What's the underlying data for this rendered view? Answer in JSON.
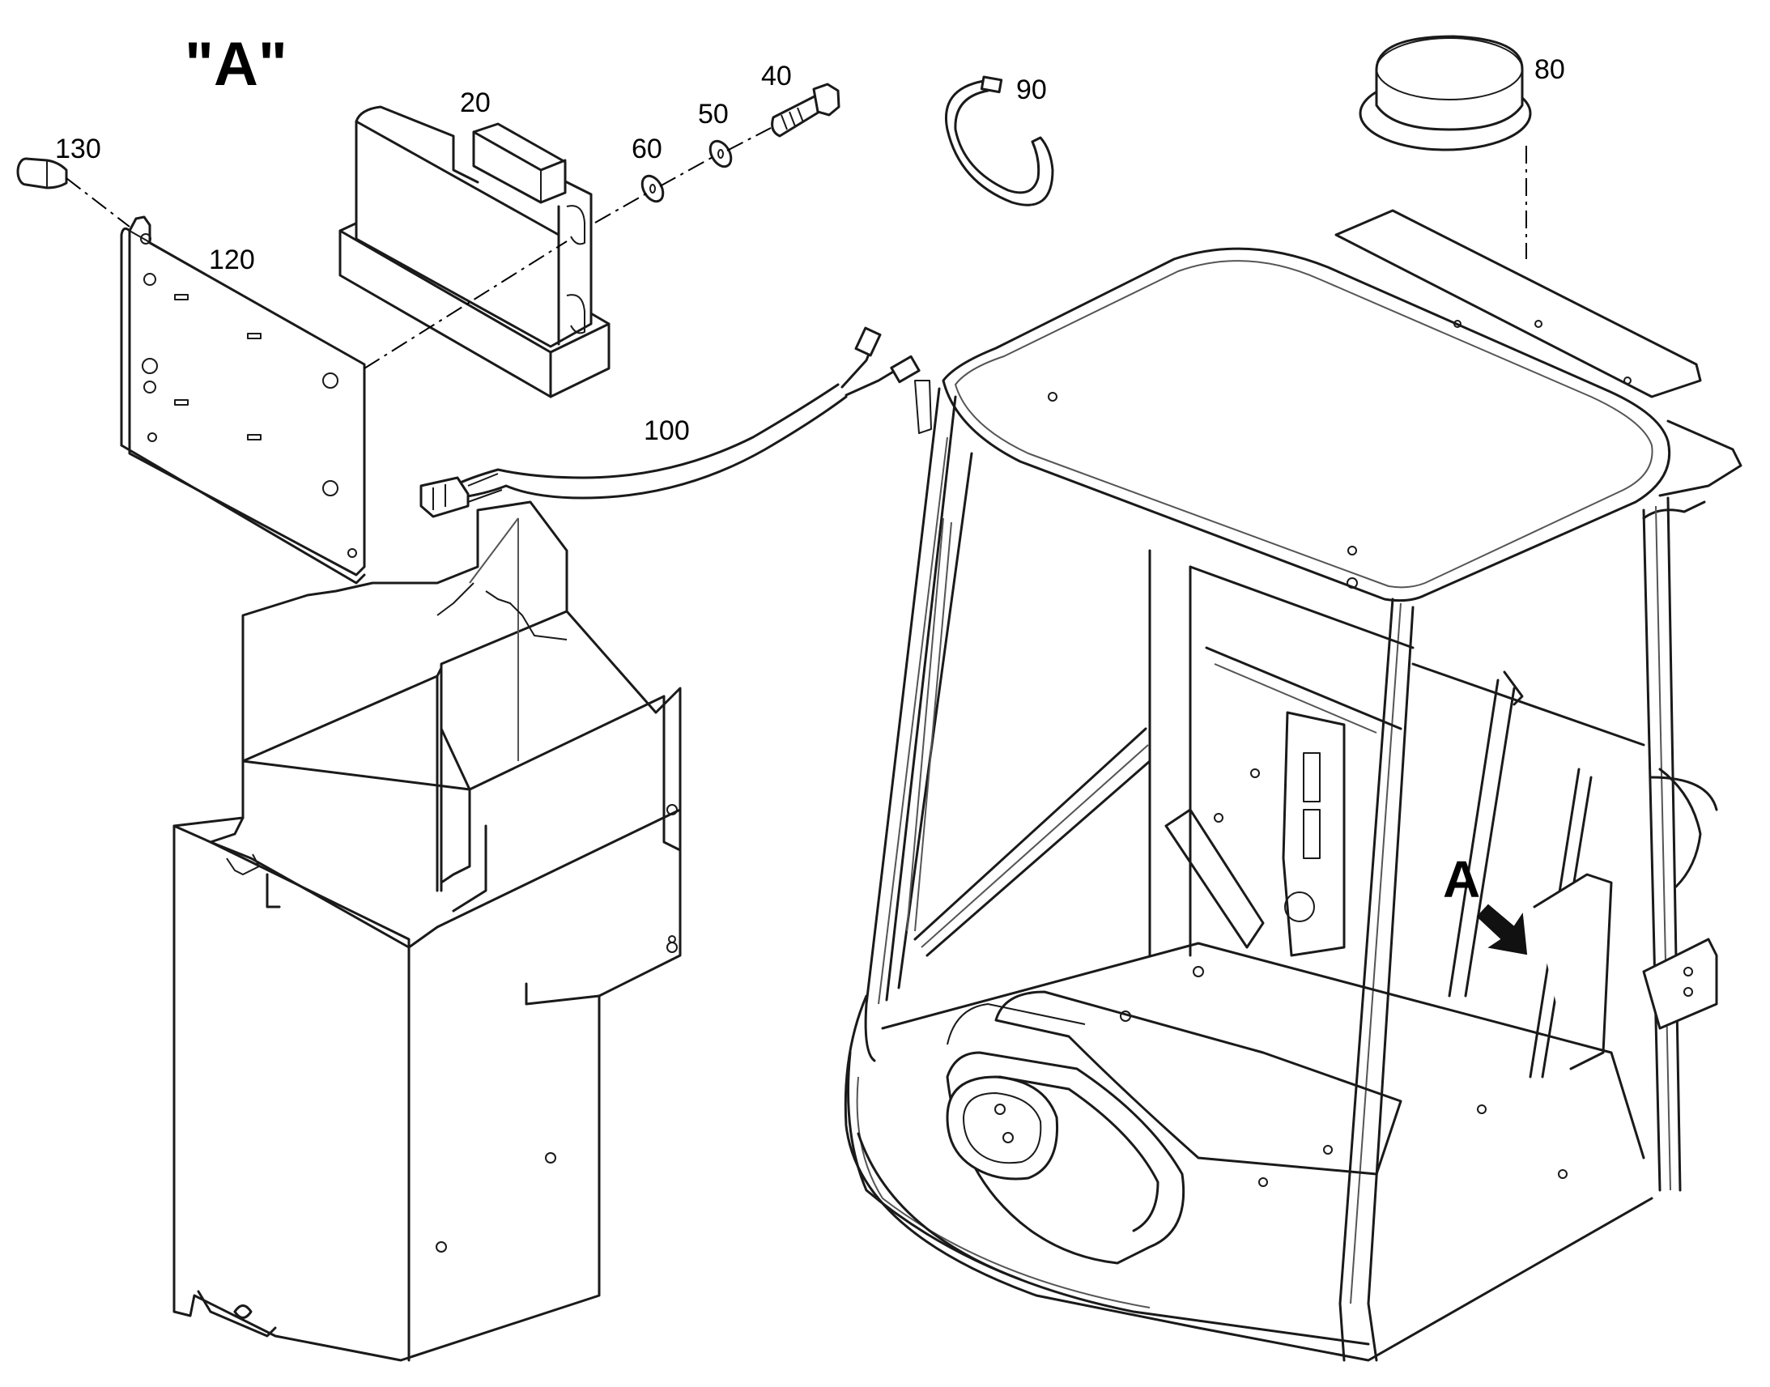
{
  "view_title": "\"A\"",
  "detail_marker": "A",
  "parts": [
    {
      "number": "20",
      "name": "control-unit"
    },
    {
      "number": "40",
      "name": "bolt"
    },
    {
      "number": "50",
      "name": "washer"
    },
    {
      "number": "60",
      "name": "washer-small"
    },
    {
      "number": "80",
      "name": "beacon-lamp"
    },
    {
      "number": "90",
      "name": "cable-tie"
    },
    {
      "number": "100",
      "name": "wiring-harness"
    },
    {
      "number": "120",
      "name": "mounting-plate"
    },
    {
      "number": "130",
      "name": "plug-screw"
    }
  ]
}
